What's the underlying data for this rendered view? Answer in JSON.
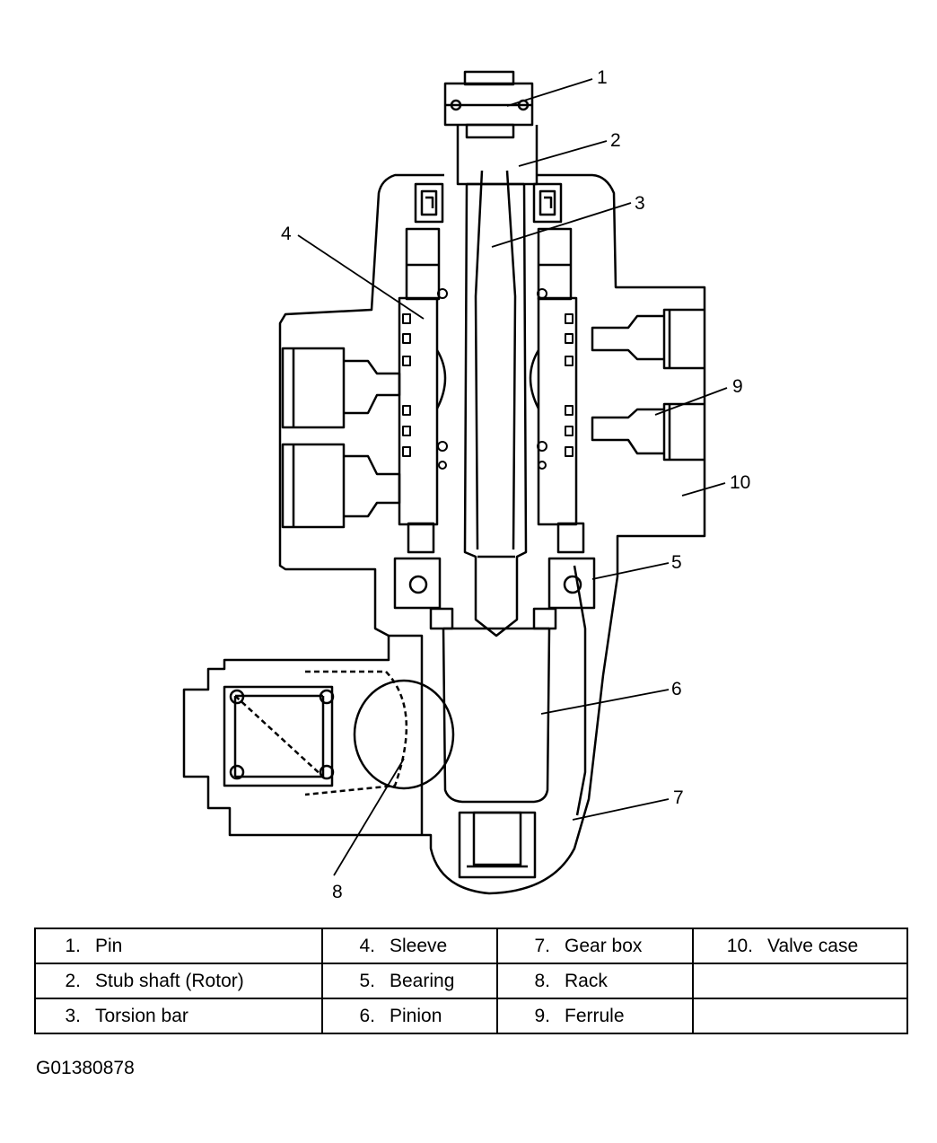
{
  "diagram": {
    "callouts": [
      "1",
      "2",
      "3",
      "4",
      "5",
      "6",
      "7",
      "8",
      "9",
      "10"
    ]
  },
  "legend": {
    "rows": [
      [
        {
          "num": "1.",
          "text": "Pin"
        },
        {
          "num": "4.",
          "text": "Sleeve"
        },
        {
          "num": "7.",
          "text": "Gear box"
        },
        {
          "num": "10.",
          "text": "Valve case"
        }
      ],
      [
        {
          "num": "2.",
          "text": "Stub shaft (Rotor)"
        },
        {
          "num": "5.",
          "text": "Bearing"
        },
        {
          "num": "8.",
          "text": "Rack"
        },
        {
          "num": "",
          "text": ""
        }
      ],
      [
        {
          "num": "3.",
          "text": "Torsion bar"
        },
        {
          "num": "6.",
          "text": "Pinion"
        },
        {
          "num": "9.",
          "text": "Ferrule"
        },
        {
          "num": "",
          "text": ""
        }
      ]
    ]
  },
  "figure_id": "G01380878"
}
